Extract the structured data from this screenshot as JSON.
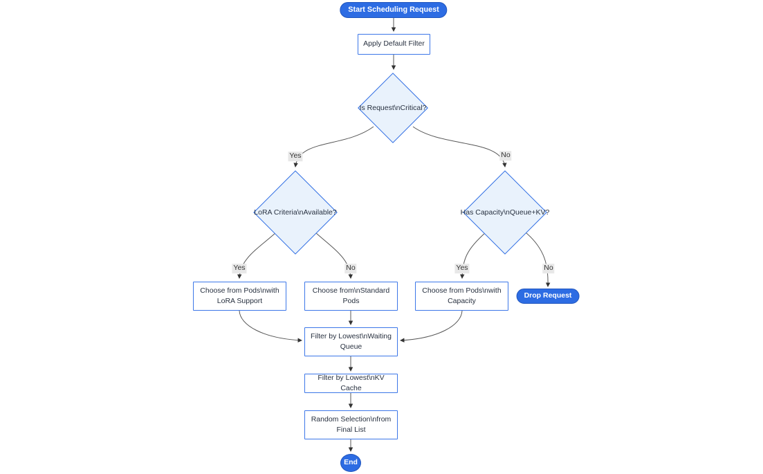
{
  "flowchart": {
    "type": "flowchart",
    "direction": "top-down",
    "colors": {
      "terminal_fill": "#2d6ce3",
      "terminal_text": "#ffffff",
      "process_fill": "#ffffff",
      "process_border": "#3b76e8",
      "decision_fill": "#e9f2fc",
      "decision_border": "#2d6ce3",
      "node_text": "#27303f",
      "edge_line": "#555555",
      "edge_label_bg": "#e8e8e8",
      "edge_label_text": "#333333",
      "background": "#ffffff"
    },
    "nodes": {
      "start": {
        "label": "Start Scheduling Request",
        "shape": "stadium"
      },
      "apply_filter": {
        "label": "Apply Default Filter",
        "shape": "rect"
      },
      "is_critical": {
        "label": "Is Request\\nCritical?",
        "shape": "diamond"
      },
      "lora_criteria": {
        "label": "LoRA Criteria\\nAvailable?",
        "shape": "diamond"
      },
      "has_capacity": {
        "label": "Has Capacity\\nQueue+KV?",
        "shape": "diamond"
      },
      "pods_lora": {
        "label": "Choose from Pods\\nwith LoRA Support",
        "shape": "rect"
      },
      "pods_standard": {
        "label": "Choose from\\nStandard Pods",
        "shape": "rect"
      },
      "pods_capacity": {
        "label": "Choose from Pods\\nwith Capacity",
        "shape": "rect"
      },
      "drop_request": {
        "label": "Drop Request",
        "shape": "stadium"
      },
      "filter_queue": {
        "label": "Filter by Lowest\\nWaiting Queue",
        "shape": "rect"
      },
      "filter_kv": {
        "label": "Filter by Lowest\\nKV Cache",
        "shape": "rect"
      },
      "random_selection": {
        "label": "Random Selection\\nfrom Final List",
        "shape": "rect"
      },
      "end": {
        "label": "End",
        "shape": "circle"
      }
    },
    "edges": [
      {
        "from": "start",
        "to": "apply_filter",
        "label": ""
      },
      {
        "from": "apply_filter",
        "to": "is_critical",
        "label": ""
      },
      {
        "from": "is_critical",
        "to": "lora_criteria",
        "label": "Yes"
      },
      {
        "from": "is_critical",
        "to": "has_capacity",
        "label": "No"
      },
      {
        "from": "lora_criteria",
        "to": "pods_lora",
        "label": "Yes"
      },
      {
        "from": "lora_criteria",
        "to": "pods_standard",
        "label": "No"
      },
      {
        "from": "has_capacity",
        "to": "pods_capacity",
        "label": "Yes"
      },
      {
        "from": "has_capacity",
        "to": "drop_request",
        "label": "No"
      },
      {
        "from": "pods_lora",
        "to": "filter_queue",
        "label": ""
      },
      {
        "from": "pods_standard",
        "to": "filter_queue",
        "label": ""
      },
      {
        "from": "pods_capacity",
        "to": "filter_queue",
        "label": ""
      },
      {
        "from": "filter_queue",
        "to": "filter_kv",
        "label": ""
      },
      {
        "from": "filter_kv",
        "to": "random_selection",
        "label": ""
      },
      {
        "from": "random_selection",
        "to": "end",
        "label": ""
      }
    ]
  }
}
